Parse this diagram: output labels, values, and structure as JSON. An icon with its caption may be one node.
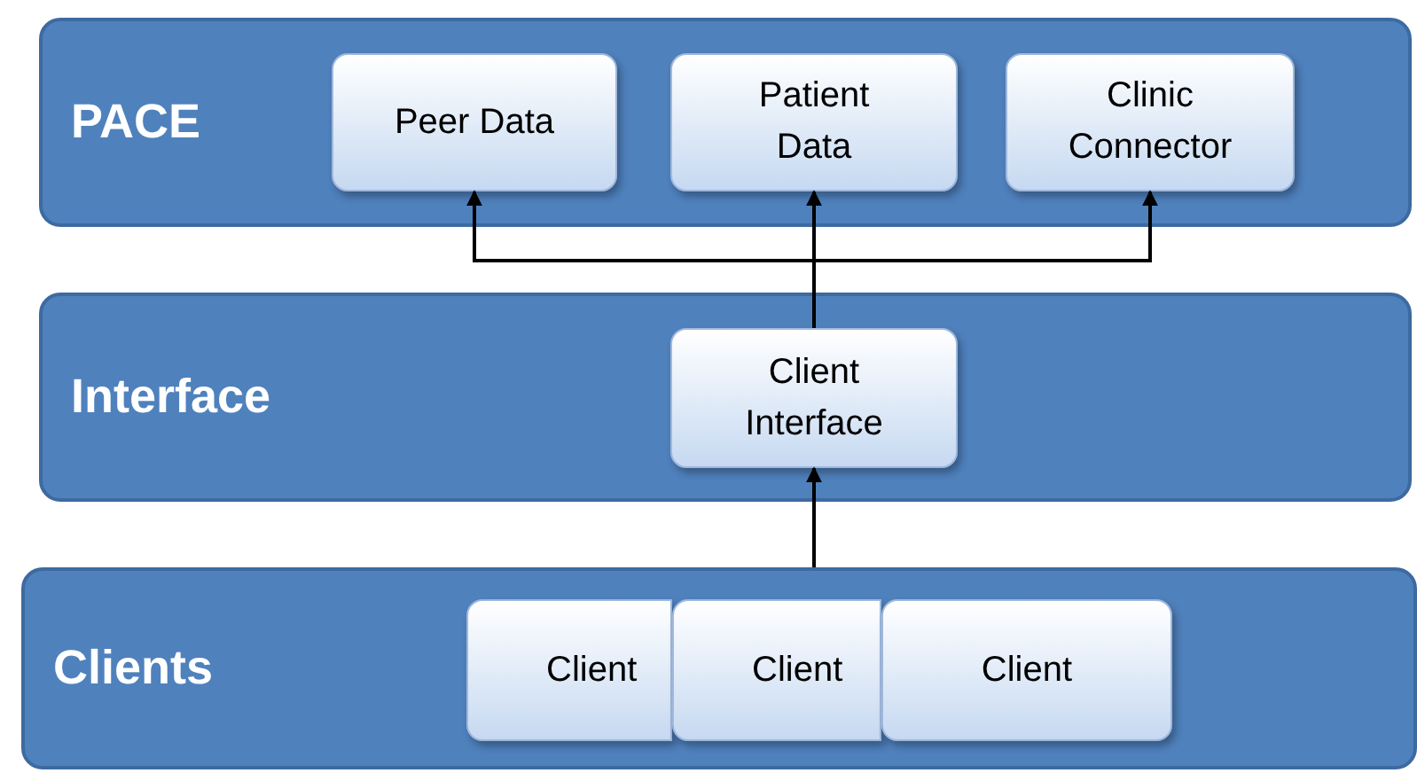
{
  "diagram": {
    "nodes": [
      {
        "text": [
          "PACE"
        ]
      },
      {
        "text": [
          "Peer Data"
        ],
        "in": 0
      },
      {
        "text": [
          "Patient Data"
        ],
        "in": 0
      },
      {
        "text": [
          "Clinic Connector"
        ],
        "in": 0
      },
      {
        "text": [
          "Interface"
        ]
      },
      {
        "text": [
          "Client Interface"
        ],
        "in": 4
      },
      {
        "text": [
          "Clients"
        ]
      },
      {
        "text": [
          "Client"
        ],
        "in": 6
      },
      {
        "text": [
          "Client"
        ],
        "in": 6
      },
      {
        "text": [
          "Client"
        ],
        "in": 6
      }
    ],
    "edges": [
      {
        "from": 5,
        "to": 1,
        "arrow": "to"
      },
      {
        "from": 5,
        "to": 2,
        "arrow": "to"
      },
      {
        "from": 5,
        "to": 3,
        "arrow": "to"
      },
      {
        "from": 6,
        "to": 5,
        "arrow": "to"
      }
    ]
  }
}
